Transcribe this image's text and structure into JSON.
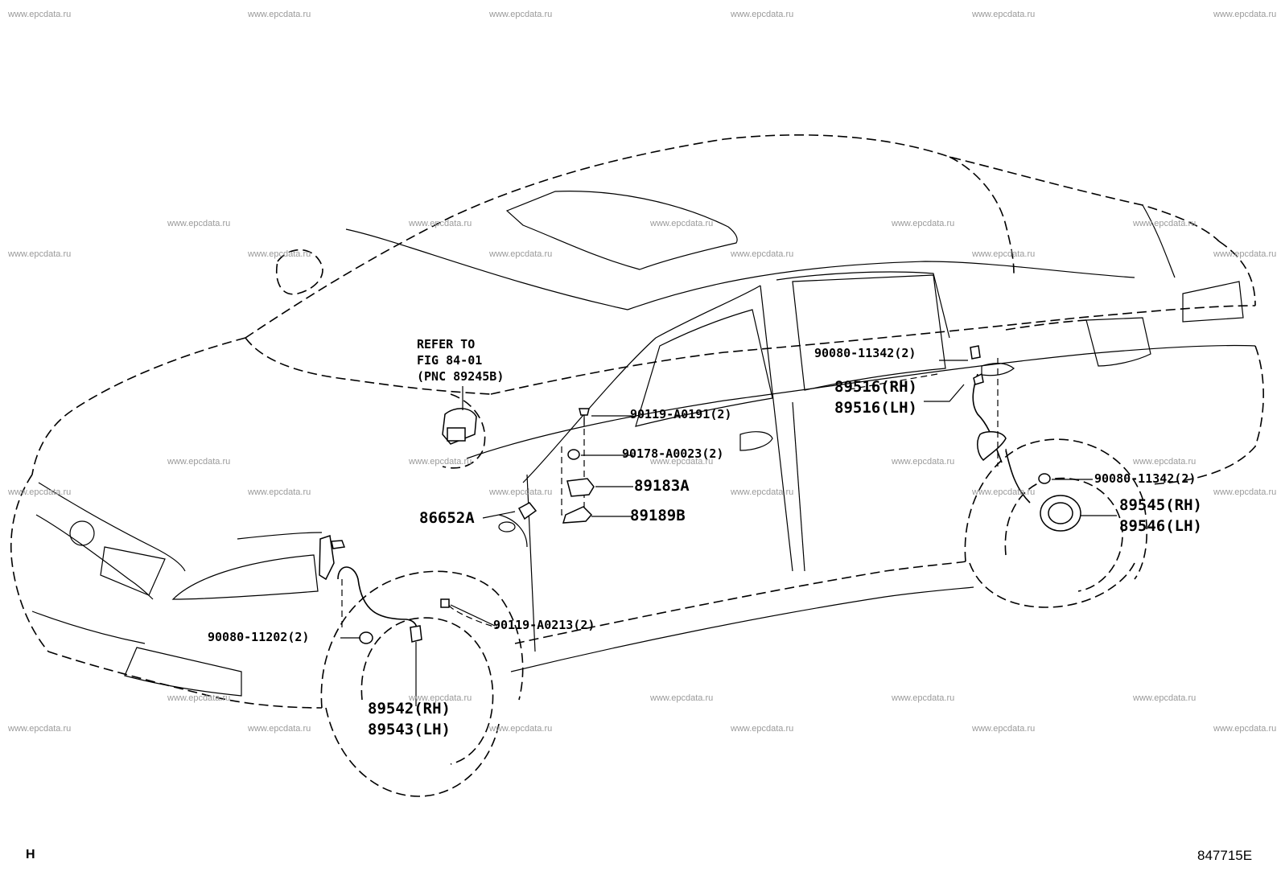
{
  "watermark": "www.epcdata.ru",
  "diagram": {
    "refer_note": [
      "REFER TO",
      "FIG 84-01",
      "(PNC 89245B)"
    ],
    "labels": {
      "p90080_11342_top": "90080-11342(2)",
      "p89516_rh": "89516(RH)",
      "p89516_lh": "89516(LH)",
      "p90119_a0191": "90119-A0191(2)",
      "p90178_a0023": "90178-A0023(2)",
      "p89183a": "89183A",
      "p89189b": "89189B",
      "p86652a": "86652A",
      "p90080_11342_rear": "90080-11342(2)",
      "p89545_rh": "89545(RH)",
      "p89546_lh": "89546(LH)",
      "p90119_a0213": "90119-A0213(2)",
      "p90080_11202": "90080-11202(2)",
      "p89542_rh": "89542(RH)",
      "p89543_lh": "89543(LH)"
    },
    "corner_left": "H",
    "illustration_code": "847715E"
  }
}
